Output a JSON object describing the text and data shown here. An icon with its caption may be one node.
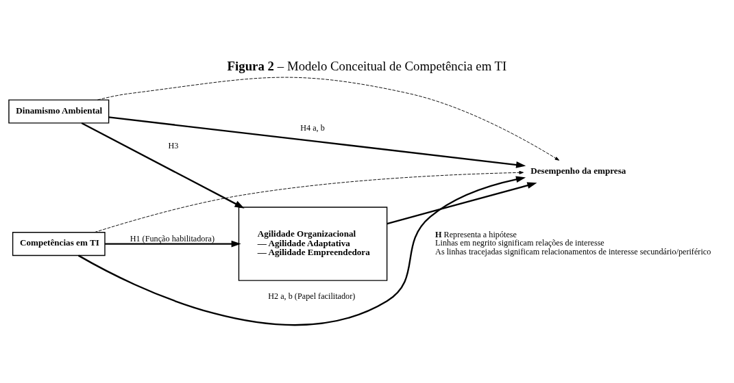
{
  "diagram": {
    "title": "**Figura 2** – Modelo Conceitual de Competência em TI",
    "nodes": [
      {
        "text": [
          "Dinamismo Ambiental"
        ]
      },
      {
        "text": [
          "Competências em TI"
        ]
      },
      {
        "text": [
          "Agilidade Organizacional",
          "— Agilidade Adaptativa",
          "— Agilidade Empreendedora"
        ]
      },
      {
        "text": [
          "Desempenho da empresa"
        ]
      }
    ],
    "edges": [
      {
        "from": 1,
        "to": 3,
        "arrow": "to",
        "style": "dashed"
      },
      {
        "from": 1,
        "to": 3,
        "arrow": "to",
        "label": "H2 a, b (Papel facilitador)"
      },
      {
        "from": 0,
        "to": 3,
        "arrow": "to",
        "style": "dashed"
      },
      {
        "from": 0,
        "to": 3,
        "arrow": "to",
        "label": "H4 a, b"
      },
      {
        "from": 0,
        "to": 2,
        "arrow": "to",
        "label": "H3"
      },
      {
        "from": 1,
        "to": 2,
        "arrow": "to",
        "label": "H1 (Função habilitadora)"
      },
      {
        "from": 2,
        "to": 3,
        "arrow": "to"
      }
    ],
    "labels": [
      "**H** Representa a hipótese",
      "Linhas em negrito significam relações de interesse",
      "As linhas tracejadas significam relacionamentos de interesse secundário/periférico"
    ]
  }
}
